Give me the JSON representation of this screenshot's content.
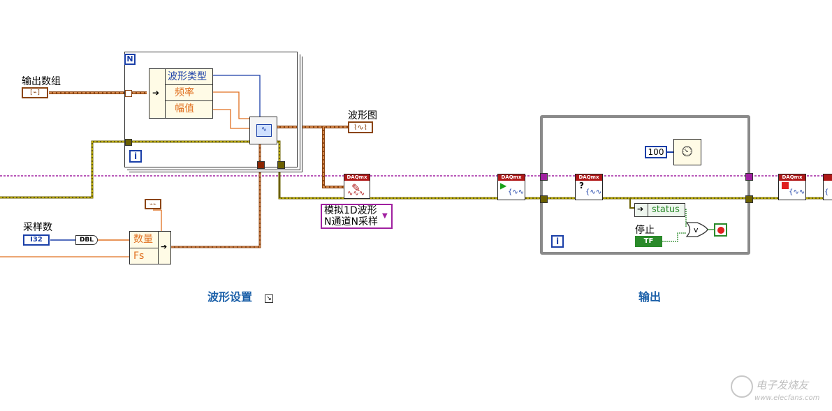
{
  "terminals": {
    "output_array": "输出数组",
    "output_array_type": "[⌁]",
    "waveform_graph": "波形图",
    "sample_count": "采样数",
    "sample_count_type": "I32",
    "dbl_convert": "DBL",
    "constant_100": "100",
    "stop": "停止",
    "stop_type": "TF",
    "status": "status"
  },
  "loops": {
    "for_n": "N",
    "for_i": "i",
    "while_i": "i"
  },
  "unbundle": {
    "rows": [
      "波形类型",
      "频率",
      "幅值"
    ]
  },
  "bundle": {
    "rows": [
      "数量",
      "Fs"
    ]
  },
  "daqmx": {
    "label": "DAQmx",
    "write_polymorph": [
      "模拟1D波形",
      "N通道N采样"
    ]
  },
  "captions": {
    "left": "波形设置",
    "right": "输出"
  },
  "watermark": {
    "name": "电子发烧友",
    "url": "www.elecfans.com"
  },
  "colors": {
    "wire_orange": "#d2691e",
    "wire_cluster": "#8b4513",
    "wire_task": "#a020a0",
    "wire_error": "#c8b400",
    "int_blue": "#1a3fa8",
    "bool_green": "#2a8a2a",
    "caption_blue": "#1a5fa8"
  }
}
